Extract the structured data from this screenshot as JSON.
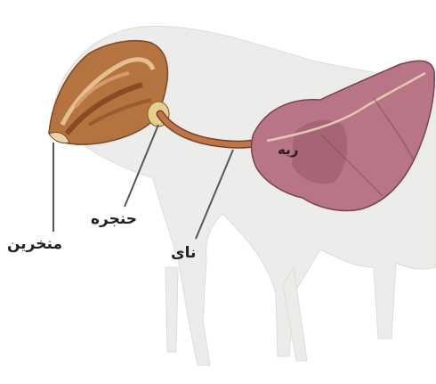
{
  "labels": {
    "lung": "ریه",
    "larynx": "حنجره",
    "nostril": "منخرین",
    "trachea": "نای"
  },
  "colors": {
    "cow_silhouette": "#ececea",
    "lung": "#b87585",
    "lung_shade": "#8f4e60",
    "trachea": "#b0643a",
    "head_tissue": "#b5743f",
    "leader_line": "#555555"
  }
}
